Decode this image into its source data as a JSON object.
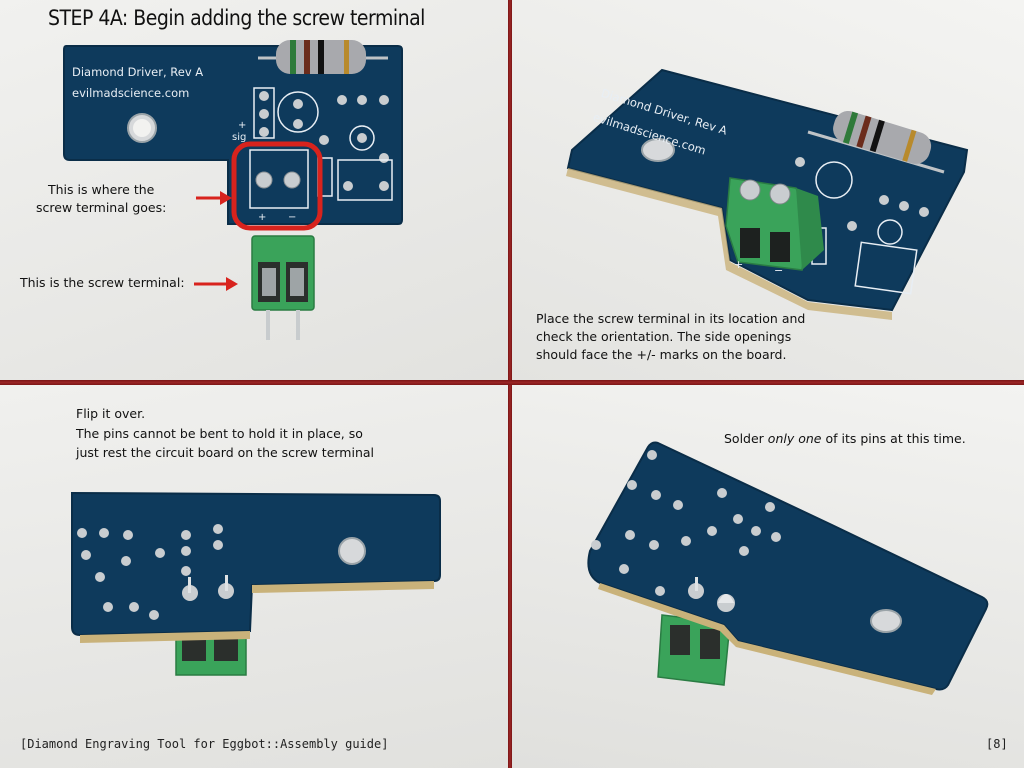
{
  "title": "STEP 4A: Begin adding the screw terminal",
  "panel1": {
    "pcb_name": "Diamond Driver, Rev A",
    "pcb_url": "evilmadscience.com",
    "silk_plus": "+",
    "silk_sig": "sig",
    "callout_where_line1": "This is where the",
    "callout_where_line2": "screw terminal goes:",
    "callout_terminal": "This is the screw terminal:"
  },
  "panel2": {
    "pcb_name": "Diamond Driver, Rev A",
    "pcb_url": "evilmadscience.com",
    "instruction_line1": "Place the screw terminal in its location and",
    "instruction_line2": "check the orientation. The side openings",
    "instruction_line3": "should face the +/- marks on the board."
  },
  "panel3": {
    "line1": "Flip it over.",
    "line2": "The pins cannot be bent to hold it in place, so",
    "line3": "just rest the circuit board on the screw terminal"
  },
  "panel4": {
    "text_before": "Solder ",
    "text_emph": "only one",
    "text_after": " of its pins at this time."
  },
  "footer": {
    "guide": "[Diamond Engraving Tool for Eggbot::Assembly guide]",
    "page": "[8]"
  },
  "colors": {
    "pcb_blue": "#0e3a5c",
    "pcb_edge": "#c9b27a",
    "terminal_green": "#3aa35a",
    "annotation_red": "#d8231d",
    "divider": "#8b1c1c"
  }
}
